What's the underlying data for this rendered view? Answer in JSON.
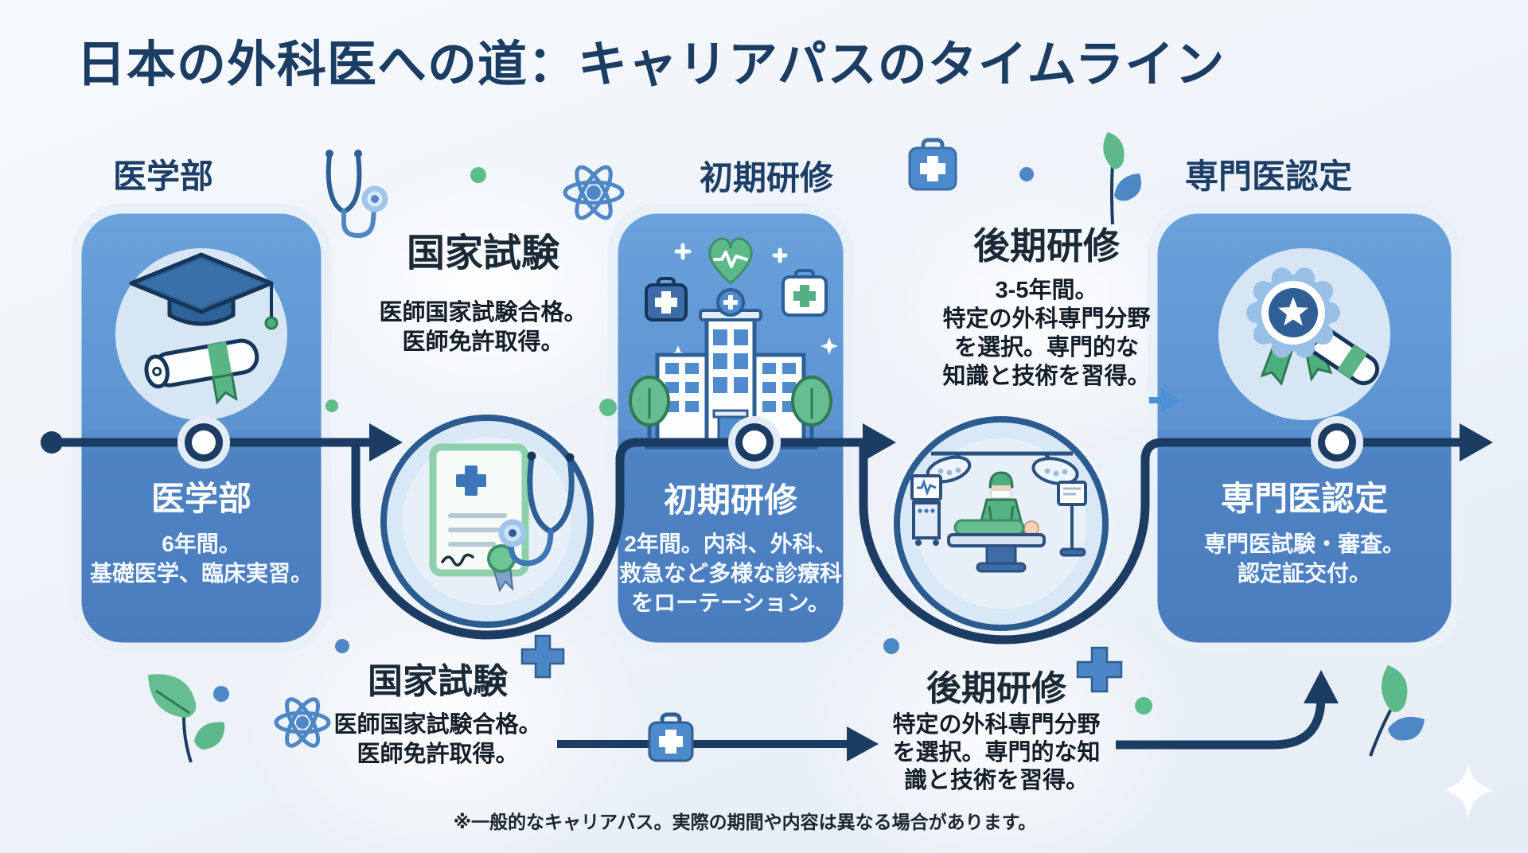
{
  "title": "日本の外科医への道：キャリアパスのタイムライン",
  "footnote": "※一般的なキャリアパス。実際の期間や内容は異なる場合があります。",
  "stages": [
    {
      "id": "medical-school",
      "label": "医学部",
      "card": {
        "heading": "医学部",
        "lines": [
          "6年間。",
          "基礎医学、臨床実習。"
        ]
      },
      "icon": "graduation-cap-diploma"
    },
    {
      "id": "national-exam",
      "label": "国家試験",
      "top": {
        "heading": "国家試験",
        "lines": [
          "医師国家試験合格。",
          "医師免許取得。"
        ]
      },
      "bottom": {
        "heading": "国家試験",
        "lines": [
          "医師国家試験合格。",
          "医師免許取得。"
        ]
      },
      "icon": "certificate-stethoscope"
    },
    {
      "id": "initial-training",
      "label": "初期研修",
      "card": {
        "heading": "初期研修",
        "lines": [
          "2年間。内科、外科、",
          "救急など多様な診療科",
          "をローテーション。"
        ]
      },
      "icon": "hospital-building"
    },
    {
      "id": "senior-training",
      "label": "後期研修",
      "top": {
        "heading": "後期研修",
        "lines": [
          "3-5年間。",
          "特定の外科専門分野",
          "を選択。専門的な",
          "知識と技術を習得。"
        ]
      },
      "bottom": {
        "heading": "後期研修",
        "lines": [
          "特定の外科専門分野",
          "を選択。専門的な知",
          "識と技術を習得。"
        ]
      },
      "icon": "operating-room"
    },
    {
      "id": "board-certification",
      "label": "専門医認定",
      "card": {
        "heading": "専門医認定",
        "lines": [
          "専門医試験・審査。",
          "認定証交付。"
        ]
      },
      "icon": "medal-certificate"
    }
  ],
  "colors": {
    "title_navy": "#1b3c63",
    "timeline_navy": "#1c3c63",
    "card_blue_top": "#68a0da",
    "card_blue_bottom": "#4a7dbf",
    "accent_green": "#5cb98a",
    "accent_blue": "#4d87c5",
    "circle_fill": "#d9e8f6"
  },
  "icons": [
    "stethoscope-icon",
    "atom-icon",
    "first-aid-kit-icon",
    "leaf-icon",
    "plus-icon",
    "dot-icon",
    "sparkle-icon",
    "arrow-icon"
  ]
}
